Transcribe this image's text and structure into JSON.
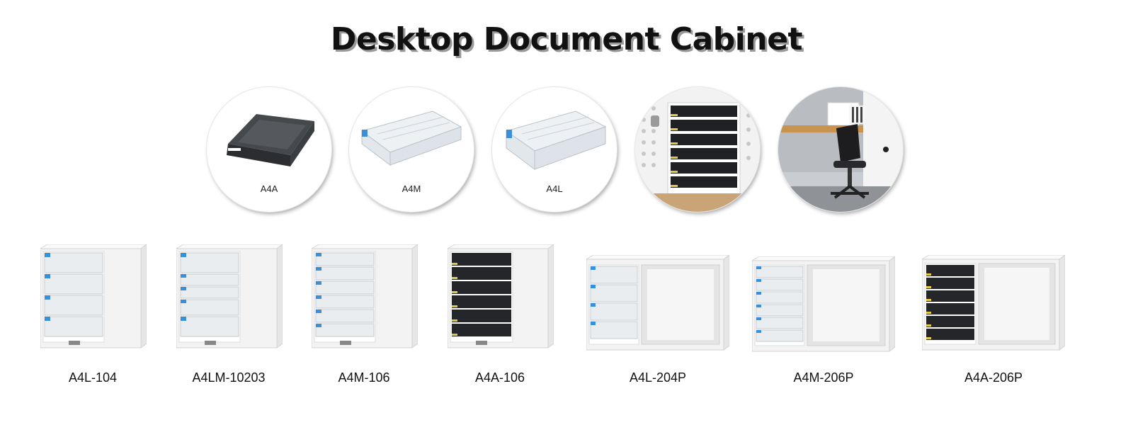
{
  "title": "Desktop Document Cabinet",
  "drawers": [
    {
      "label": "A4A",
      "icon": "black-letter-tray-icon"
    },
    {
      "label": "A4M",
      "icon": "clear-drawer-tray-icon"
    },
    {
      "label": "A4L",
      "icon": "clear-deep-drawer-tray-icon"
    },
    {
      "label": "",
      "icon": "black-tray-rack-photo-icon"
    },
    {
      "label": "",
      "icon": "office-desk-chair-photo-icon"
    }
  ],
  "cabinets": [
    {
      "model": "A4L-104"
    },
    {
      "model": "A4LM-10203"
    },
    {
      "model": "A4M-106"
    },
    {
      "model": "A4A-106"
    },
    {
      "model": "A4L-204P"
    },
    {
      "model": "A4M-206P"
    },
    {
      "model": "A4A-206P"
    }
  ],
  "colors": {
    "accent_blue": "#3a8fd8",
    "drawer_black": "#2b2d30",
    "cabinet_white": "#f4f4f4"
  }
}
